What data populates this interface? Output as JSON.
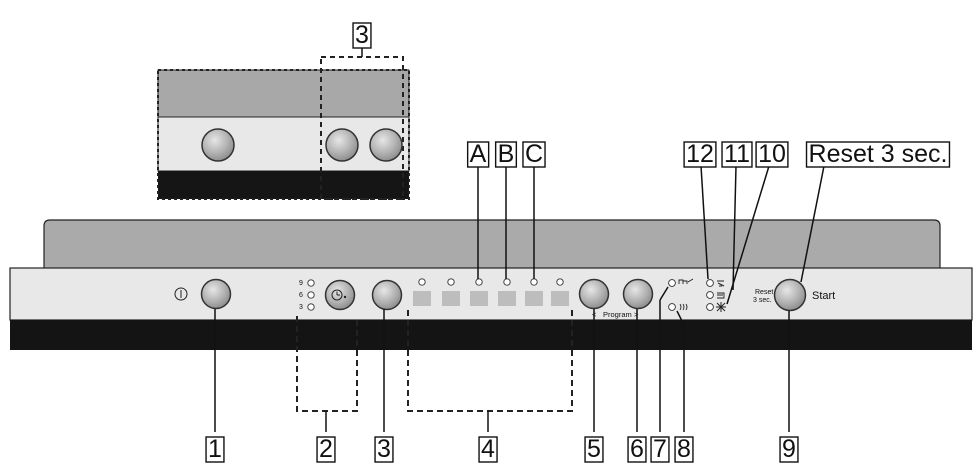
{
  "callouts": {
    "c1": "1",
    "c2": "2",
    "c3_top": "3",
    "c3_bottom": "3",
    "c4": "4",
    "c5": "5",
    "c6": "6",
    "c7": "7",
    "c8": "8",
    "c9": "9",
    "c10": "10",
    "c11": "11",
    "c12": "12",
    "cA": "A",
    "cB": "B",
    "cC": "C",
    "reset": "Reset 3 sec."
  },
  "panel": {
    "timer_levels": [
      "9",
      "6",
      "3"
    ],
    "program_label": "Program",
    "prev_arrow": "<",
    "next_arrow": ">",
    "reset_label_line1": "Reset",
    "reset_label_line2": "3 sec.",
    "start_label": "Start"
  },
  "colors": {
    "panel_face": "#e8e8e8",
    "panel_dark": "#141414",
    "panel_top": "#a9a9a9",
    "button": "#b7b7b7"
  },
  "icons": [
    "power-icon",
    "timer-icon",
    "rinse-aid-icon",
    "salt-icon",
    "glass-icon",
    "steam-icon",
    "half-load-icon"
  ]
}
